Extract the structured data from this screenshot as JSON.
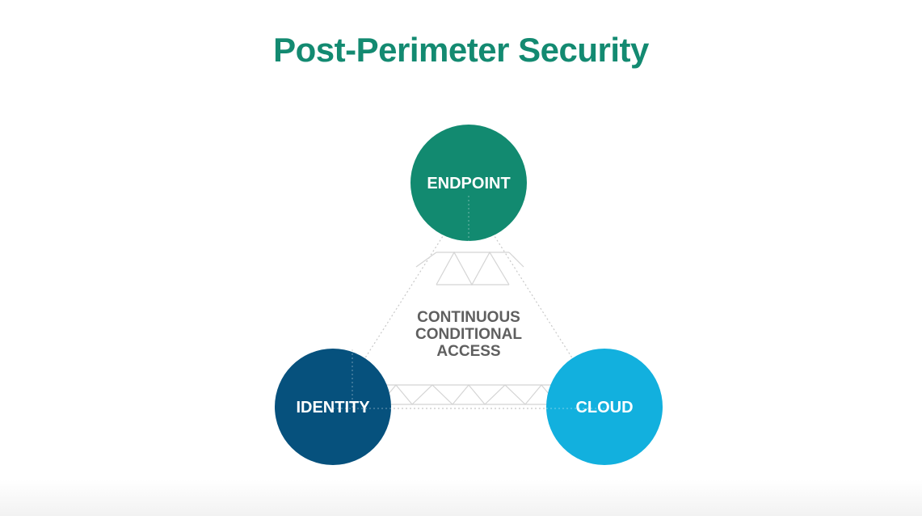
{
  "title": "Post-Perimeter Security",
  "nodes": {
    "endpoint": {
      "label": "ENDPOINT",
      "color": "#128a70"
    },
    "identity": {
      "label": "IDENTITY",
      "color": "#06517d"
    },
    "cloud": {
      "label": "CLOUD",
      "color": "#12b0de"
    }
  },
  "center": {
    "lines": [
      "CONTINUOUS",
      "CONDITIONAL",
      "ACCESS"
    ],
    "color": "#5f5f5f"
  },
  "colors": {
    "title": "#138a71",
    "connector": "#c8c8c8",
    "background": "#ffffff"
  }
}
